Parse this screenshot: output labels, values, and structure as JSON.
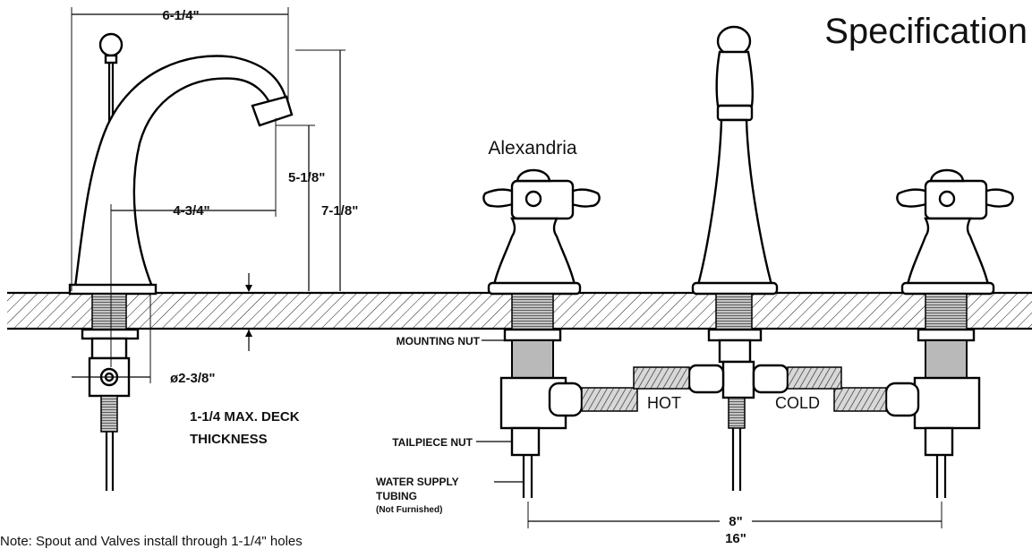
{
  "title": "Specification",
  "model_name": "Alexandria",
  "dimensions": {
    "spout_reach_top": "6-1/4\"",
    "spout_height": "5-1/8\"",
    "overall_height": "7-1/8\"",
    "spout_reach": "4-3/4\"",
    "base_diameter": "ø2-3/8\"",
    "center_spread": "8\"",
    "max_spread": "16\""
  },
  "labels": {
    "deck_line1": "1-1/4 MAX. DECK",
    "deck_line2": "THICKNESS",
    "mounting_nut": "MOUNTING NUT",
    "tailpiece_nut": "TAILPIECE NUT",
    "water_supply_line1": "WATER SUPPLY",
    "water_supply_line2": "TUBING",
    "not_furnished": "(Not Furnished)",
    "hot": "HOT",
    "cold": "COLD"
  },
  "note": "Note:  Spout and Valves install through 1-1/4\" holes"
}
